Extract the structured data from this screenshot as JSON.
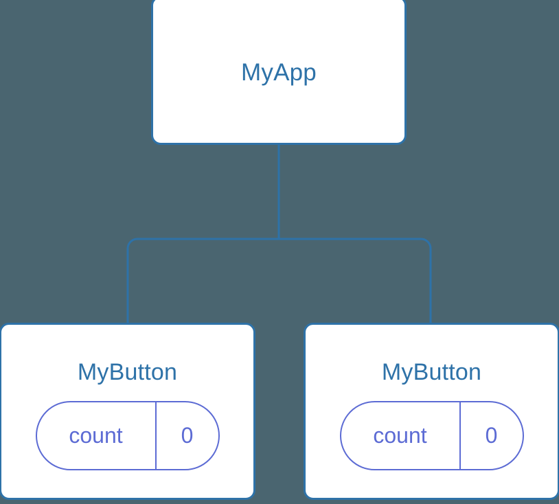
{
  "diagram": {
    "type": "component-tree",
    "background_color": "#4a6570",
    "node_border_color": "#2e72a8",
    "node_title_color": "#2e72a8",
    "node_fill_color": "#ffffff",
    "state_accent_color": "#5c6bd4",
    "connector_color": "#2e72a8",
    "root": {
      "title": "MyApp"
    },
    "children": [
      {
        "title": "MyButton",
        "state": {
          "key": "count",
          "value": "0"
        }
      },
      {
        "title": "MyButton",
        "state": {
          "key": "count",
          "value": "0"
        }
      }
    ]
  }
}
